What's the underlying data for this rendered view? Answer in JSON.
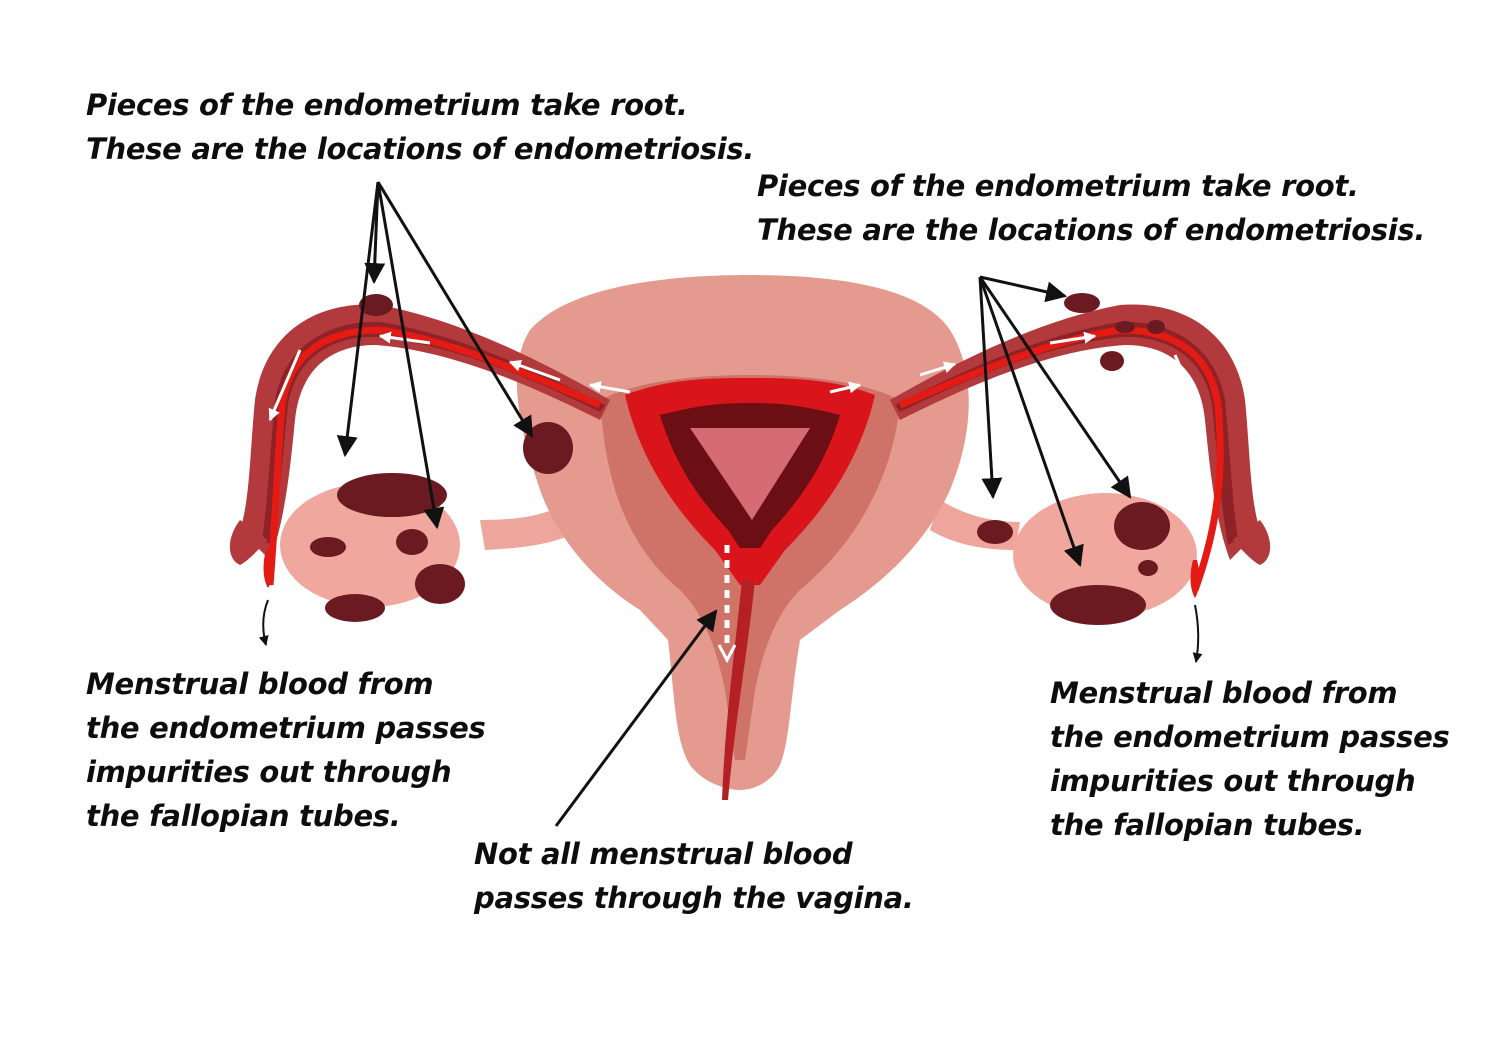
{
  "labels": {
    "top_left": {
      "line1": "Pieces of the endometrium take root.",
      "line2": "These are the locations of endometriosis."
    },
    "top_right": {
      "line1": "Pieces of the endometrium take root.",
      "line2": "These are the locations of endometriosis."
    },
    "bottom_left": {
      "line1": "Menstrual blood from",
      "line2": "the endometrium passes",
      "line3": "impurities out through",
      "line4": "the fallopian tubes."
    },
    "bottom_right": {
      "line1": "Menstrual blood from",
      "line2": "the endometrium passes",
      "line3": "impurities out through",
      "line4": "the fallopian tubes."
    },
    "bottom_center": {
      "line1": "Not all menstrual blood",
      "line2": "passes through the vagina."
    }
  },
  "colors": {
    "uterus_body": "#e49a8e",
    "uterus_inner": "#c66b63",
    "tube": "#b23a3c",
    "tube_inner": "#8e2226",
    "blood": "#e31b14",
    "lesion": "#6a1a20",
    "ovary": "#f0a79e",
    "arrow": "#111111"
  }
}
